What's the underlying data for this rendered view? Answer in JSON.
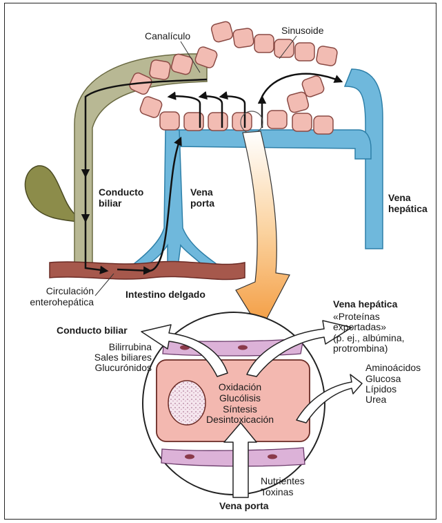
{
  "labels": {
    "canaliculo": "Canalículo",
    "sinusoide": "Sinusoide",
    "conducto_biliar_top_1": "Conducto",
    "conducto_biliar_top_2": "biliar",
    "vena_porta_top_1": "Vena",
    "vena_porta_top_2": "porta",
    "vena_hepatica_top_1": "Vena",
    "vena_hepatica_top_2": "hepática",
    "circulacion_1": "Circulación",
    "circulacion_2": "enterohepática",
    "intestino": "Intestino delgado",
    "vena_hepatica_bottom": "Vena hepática",
    "proteinas_1": "«Proteínas",
    "proteinas_2": "exportadas»",
    "proteinas_3": "(p. ej., albúmina,",
    "proteinas_4": "protrombina)",
    "conducto_biliar_bottom": "Conducto biliar",
    "bilirrubina": "Bilirrubina",
    "sales": "Sales biliares",
    "glucuronidos": "Glucurónidos",
    "aminoacidos": "Aminoácidos",
    "glucosa": "Glucosa",
    "lipidos": "Lípidos",
    "urea": "Urea",
    "oxidacion": "Oxidación",
    "glucolisis": "Glucólisis",
    "sintesis": "Síntesis",
    "desintoxicacion": "Desintoxicación",
    "nutrientes": "Nutrientes",
    "toxinas": "Toxinas",
    "vena_porta_bottom": "Vena porta"
  },
  "colors": {
    "bile": "#b8b894",
    "bile_dark": "#7a7a50",
    "gallbladder": "#8c8c4a",
    "portal": "#6fb8dc",
    "portal_dark": "#2d7fa8",
    "cell": "#f2bcb3",
    "cell_edge": "#8a4a44",
    "intestine": "#a6584c",
    "intestine_dark": "#6a2a24",
    "hep_cell": "#f3b8b0",
    "arrow_orange": "#f5a04a"
  }
}
